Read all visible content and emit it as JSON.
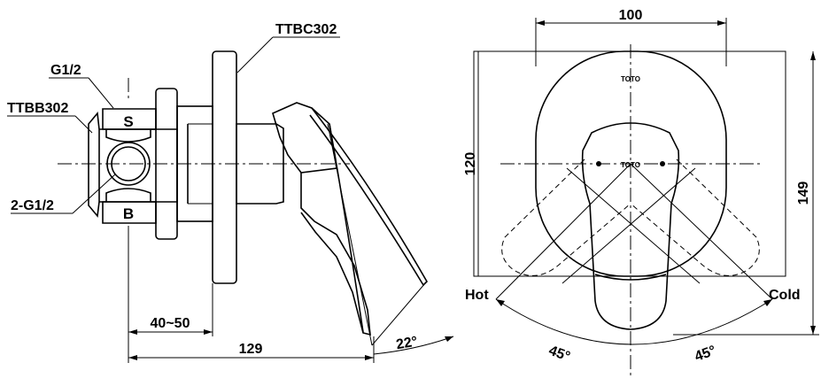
{
  "side_view": {
    "labels": {
      "trim_part": "TTBC302",
      "valve_part": "TTBB302",
      "top_inlet": "G1/2",
      "outlets": "2-G1/2",
      "top_port_mark": "S",
      "bottom_port_mark": "B"
    },
    "dimensions": {
      "wall_depth": "40~50",
      "total_depth": "129",
      "lever_angle": "22°"
    }
  },
  "front_view": {
    "logo_top": "TOTO",
    "logo_lever": "TOTO",
    "dimensions": {
      "plate_width": "100",
      "plate_height": "120",
      "total_height": "149",
      "angle_hot": "45°",
      "angle_cold": "45°"
    },
    "labels": {
      "hot": "Hot",
      "cold": "Cold"
    }
  }
}
